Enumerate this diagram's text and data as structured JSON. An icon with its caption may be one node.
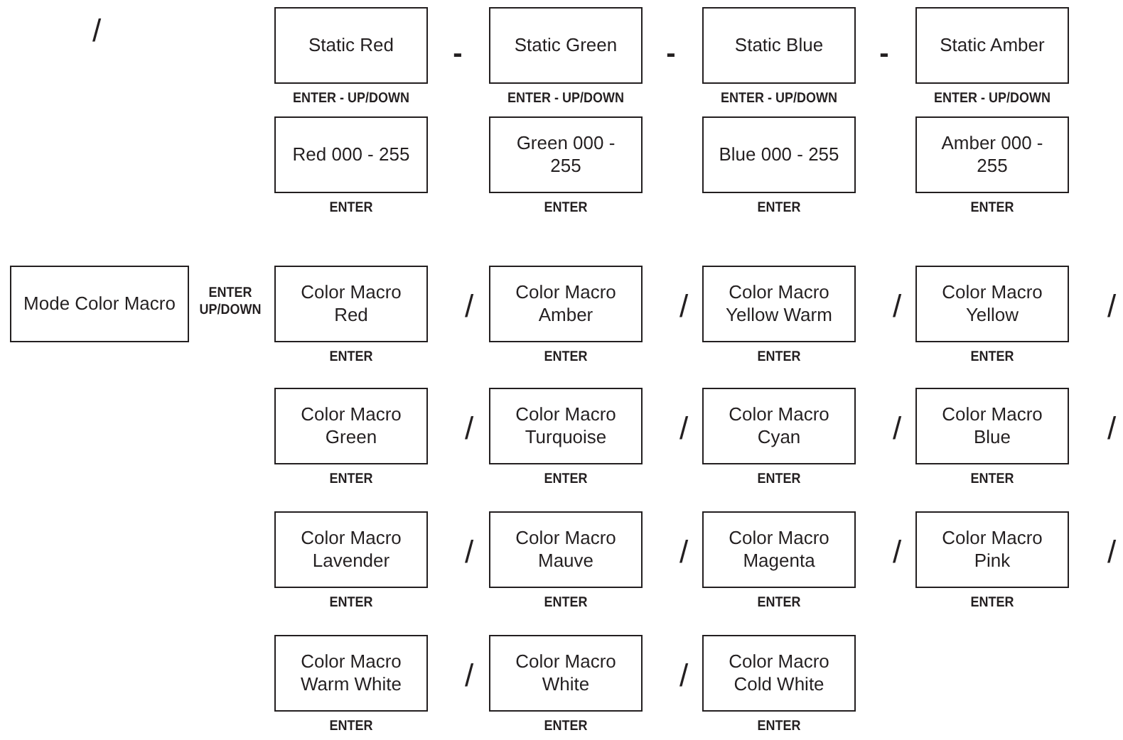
{
  "diagram": {
    "nodes": [
      {
        "text": [
          "Static Red"
        ],
        "beside": [
          "ENTER - UP/DOWN"
        ]
      },
      {
        "text": [
          "Static Green"
        ],
        "beside": [
          "ENTER - UP/DOWN"
        ]
      },
      {
        "text": [
          "Static Blue"
        ],
        "beside": [
          "ENTER - UP/DOWN"
        ]
      },
      {
        "text": [
          "Static Amber"
        ],
        "beside": [
          "ENTER - UP/DOWN"
        ]
      },
      {
        "text": [
          "Red 000 - 255"
        ],
        "beside": [
          "ENTER"
        ]
      },
      {
        "text": [
          "Green 000 - 255"
        ],
        "beside": [
          "ENTER"
        ]
      },
      {
        "text": [
          "Blue 000 - 255"
        ],
        "beside": [
          "ENTER"
        ]
      },
      {
        "text": [
          "Amber 000 - 255"
        ],
        "beside": [
          "ENTER"
        ]
      },
      {
        "text": [
          "Mode Color Macro"
        ],
        "beside": [
          "ENTER UP/DOWN"
        ]
      },
      {
        "text": [
          "Color Macro Red"
        ],
        "beside": [
          "ENTER"
        ]
      },
      {
        "text": [
          "Color Macro Amber"
        ],
        "beside": [
          "ENTER"
        ]
      },
      {
        "text": [
          "Color Macro Yellow Warm"
        ],
        "beside": [
          "ENTER"
        ]
      },
      {
        "text": [
          "Color Macro Yellow"
        ],
        "beside": [
          "ENTER"
        ]
      },
      {
        "text": [
          "Color Macro Green"
        ],
        "beside": [
          "ENTER"
        ]
      },
      {
        "text": [
          "Color Macro Turquoise"
        ],
        "beside": [
          "ENTER"
        ]
      },
      {
        "text": [
          "Color Macro Cyan"
        ],
        "beside": [
          "ENTER"
        ]
      },
      {
        "text": [
          "Color Macro Blue"
        ],
        "beside": [
          "ENTER"
        ]
      },
      {
        "text": [
          "Color Macro Lavender"
        ],
        "beside": [
          "ENTER"
        ]
      },
      {
        "text": [
          "Color Macro Mauve"
        ],
        "beside": [
          "ENTER"
        ]
      },
      {
        "text": [
          "Color Macro Magenta"
        ],
        "beside": [
          "ENTER"
        ]
      },
      {
        "text": [
          "Color Macro Pink"
        ],
        "beside": [
          "ENTER"
        ]
      },
      {
        "text": [
          "Color Macro Warm White"
        ],
        "beside": [
          "ENTER"
        ]
      },
      {
        "text": [
          "Color Macro White"
        ],
        "beside": [
          "ENTER"
        ]
      },
      {
        "text": [
          "Color Macro Cold White"
        ],
        "beside": [
          "ENTER"
        ]
      }
    ],
    "labels": [
      "/",
      "-",
      "-",
      "-",
      "/",
      "/",
      "/",
      "/",
      "/",
      "/",
      "/",
      "/",
      "/",
      "/",
      "/",
      "/",
      "/",
      "/"
    ]
  }
}
